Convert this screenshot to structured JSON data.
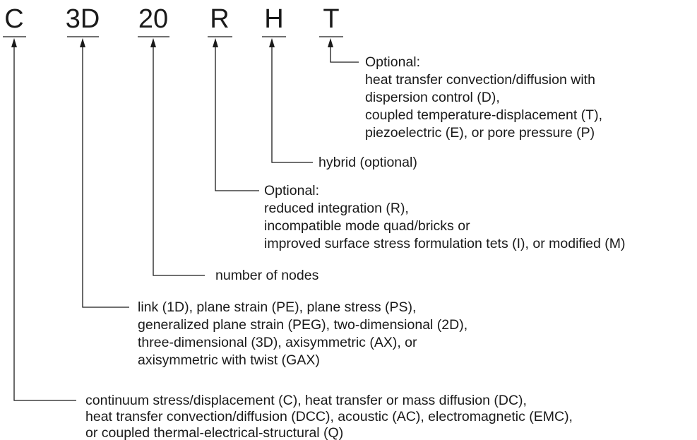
{
  "segments": [
    {
      "id": "c",
      "code": "C",
      "lines": [
        "continuum stress/displacement (C), heat transfer or mass diffusion (DC),",
        "heat transfer convection/diffusion (DCC), acoustic (AC), electromagnetic (EMC),",
        "or coupled thermal-electrical-structural (Q)"
      ]
    },
    {
      "id": "3d",
      "code": "3D",
      "lines": [
        "link (1D), plane strain (PE), plane stress (PS),",
        "generalized plane strain (PEG), two-dimensional (2D),",
        "three-dimensional (3D), axisymmetric (AX), or",
        "axisymmetric with twist (GAX)"
      ]
    },
    {
      "id": "20",
      "code": "20",
      "lines": [
        "number of nodes"
      ]
    },
    {
      "id": "r",
      "code": "R",
      "lines": [
        "Optional:",
        "reduced integration (R),",
        "incompatible mode quad/bricks or",
        "improved surface stress formulation tets (I), or modified (M)"
      ]
    },
    {
      "id": "h",
      "code": "H",
      "lines": [
        "hybrid (optional)"
      ]
    },
    {
      "id": "t",
      "code": "T",
      "lines": [
        "Optional:",
        "heat transfer convection/diffusion with",
        "dispersion control (D),",
        "coupled temperature-displacement (T),",
        "piezoelectric (E), or pore pressure (P)"
      ]
    }
  ]
}
